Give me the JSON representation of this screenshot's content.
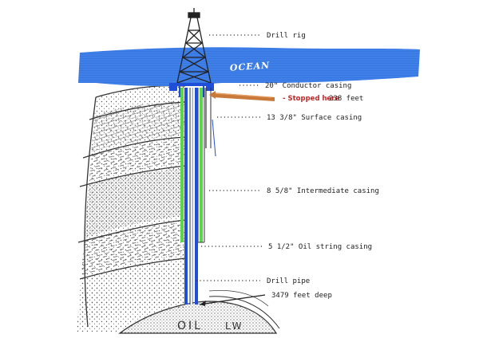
{
  "labels": {
    "drill_rig": "Drill rig",
    "ocean": "OCEAN",
    "conductor_casing": "20\" Conductor casing",
    "stopped_here": "- Stopped here",
    "stopped_depth": "238 feet",
    "surface_casing": "13 3/8\" Surface casing",
    "intermediate_casing": "8 5/8\" Intermediate casing",
    "oil_string_casing": "5 1/2\" Oil string casing",
    "drill_pipe": "Drill pipe",
    "total_depth": "3479 feet deep",
    "oil": "OIL"
  },
  "colors": {
    "ocean": "#3f7fe8",
    "ocean_lines": "#2a62d4",
    "casing_blue": "#1f4fd8",
    "casing_green": "#5cd64a",
    "arrow_orange": "#c97a3a",
    "stopped_red": "#c62828",
    "ink": "#333333"
  }
}
